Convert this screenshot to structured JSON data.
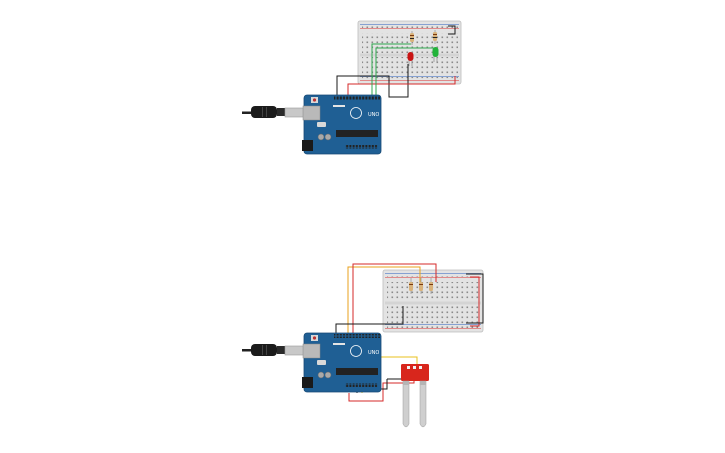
{
  "circuits": [
    {
      "name": "led-circuit",
      "board": {
        "label": "UNO",
        "color": "#1f5f94"
      },
      "components": [
        "usb-cable",
        "arduino-uno",
        "breadboard",
        "red-led",
        "green-led",
        "resistor",
        "resistor"
      ],
      "wire_colors": [
        "#1a1a1a",
        "#d42a2a",
        "#2fa84f"
      ]
    },
    {
      "name": "soil-moisture-circuit",
      "board": {
        "label": "UNO",
        "color": "#1f5f94"
      },
      "components": [
        "usb-cable",
        "arduino-uno",
        "breadboard",
        "resistor",
        "resistor",
        "resistor",
        "soil-moisture-sensor"
      ],
      "wire_colors": [
        "#1a1a1a",
        "#d42a2a",
        "#e8c21c",
        "#e85f1c"
      ]
    }
  ]
}
